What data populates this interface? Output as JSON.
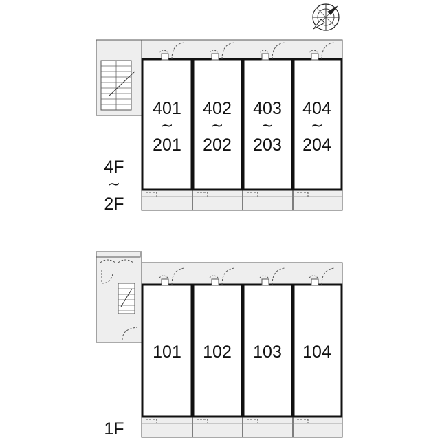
{
  "upper_block": {
    "units": [
      {
        "top": "401",
        "sep": "~",
        "bottom": "201"
      },
      {
        "top": "402",
        "sep": "~",
        "bottom": "202"
      },
      {
        "top": "403",
        "sep": "~",
        "bottom": "203"
      },
      {
        "top": "404",
        "sep": "~",
        "bottom": "204"
      }
    ],
    "floor": {
      "top": "4F",
      "sep": "~",
      "bottom": "2F"
    }
  },
  "lower_block": {
    "units": [
      {
        "label": "101"
      },
      {
        "label": "102"
      },
      {
        "label": "103"
      },
      {
        "label": "104"
      }
    ],
    "floor": {
      "label": "1F"
    }
  },
  "compass": {
    "icon": "compass-rose-icon"
  }
}
